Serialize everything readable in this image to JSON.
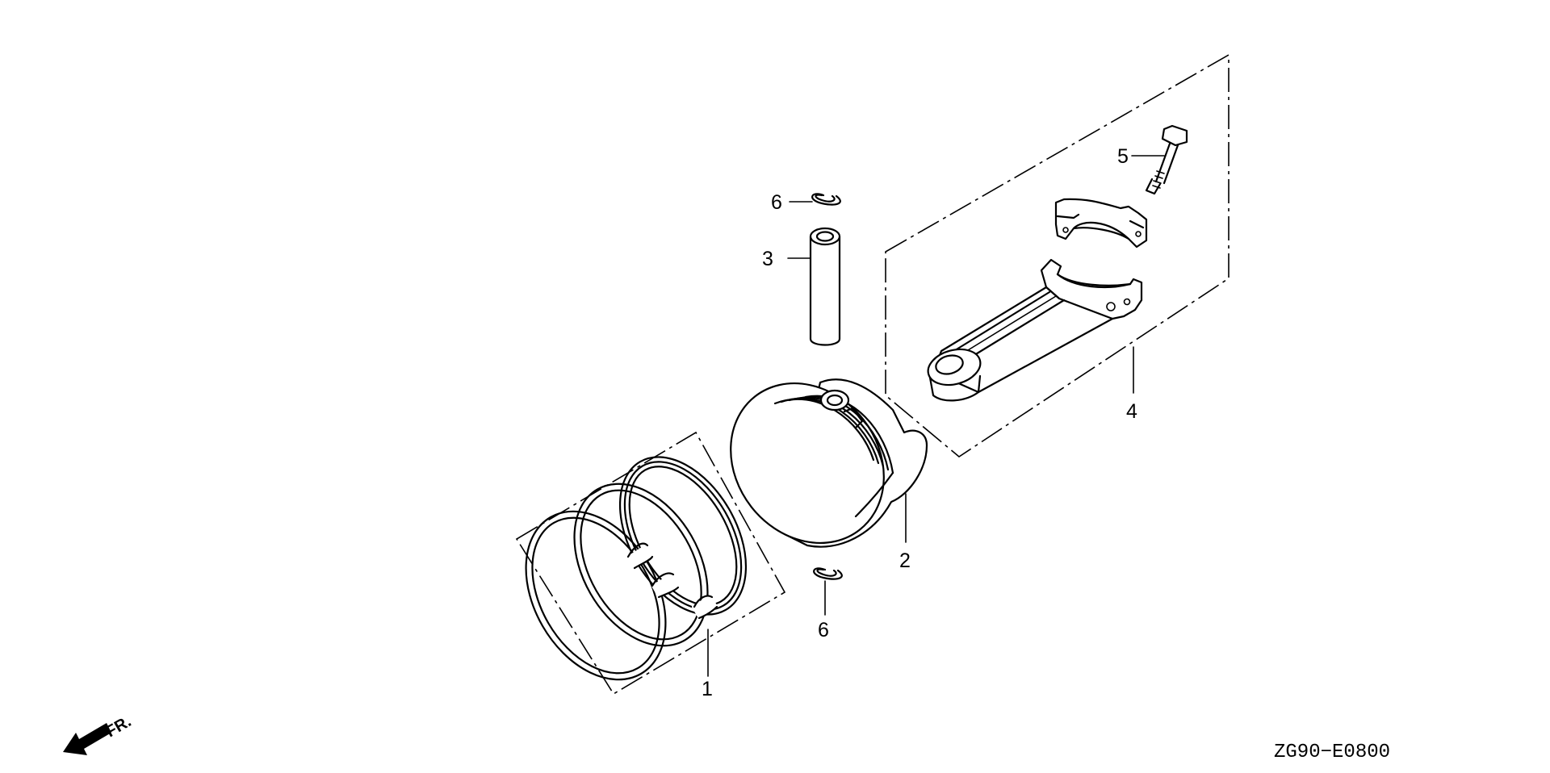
{
  "diagram_code": "ZG90−E0800",
  "front_arrow_label": "FR.",
  "callouts": [
    {
      "id": "label-1",
      "text": "1"
    },
    {
      "id": "label-2",
      "text": "2"
    },
    {
      "id": "label-3",
      "text": "3"
    },
    {
      "id": "label-4",
      "text": "4"
    },
    {
      "id": "label-5",
      "text": "5"
    },
    {
      "id": "label-6-top",
      "text": "6"
    },
    {
      "id": "label-6-bottom",
      "text": "6"
    }
  ]
}
